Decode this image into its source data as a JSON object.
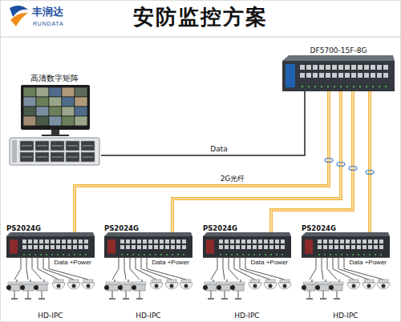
{
  "diagram": {
    "title": "安防监控方案",
    "nodes": [
      {
        "text": [
          "高清数字矩阵"
        ]
      },
      {
        "text": [
          "DF5700-15F-8G"
        ]
      },
      {
        "text": [
          "PS2024G"
        ]
      },
      {
        "text": [
          "PS2024G"
        ]
      },
      {
        "text": [
          "PS2024G"
        ]
      },
      {
        "text": [
          "PS2024G"
        ]
      },
      {
        "text": [
          "HD-IPC"
        ]
      },
      {
        "text": [
          "HD-IPC"
        ]
      },
      {
        "text": [
          "HD-IPC"
        ]
      },
      {
        "text": [
          "HD-IPC"
        ]
      }
    ],
    "edges": [
      {
        "from": 0,
        "to": 1,
        "label": "Data",
        "arrow": "none"
      },
      {
        "from": 1,
        "to": 2,
        "label": "2G光纤",
        "arrow": "none"
      },
      {
        "from": 1,
        "to": 3,
        "arrow": "none"
      },
      {
        "from": 1,
        "to": 4,
        "arrow": "none"
      },
      {
        "from": 1,
        "to": 5,
        "arrow": "none"
      },
      {
        "from": 2,
        "to": 6,
        "label": "Data +Power",
        "arrow": "none"
      },
      {
        "from": 3,
        "to": 7,
        "label": "Data +Power",
        "arrow": "none"
      },
      {
        "from": 4,
        "to": 8,
        "label": "Data +Power",
        "arrow": "none"
      },
      {
        "from": 5,
        "to": 9,
        "label": "Data +Power",
        "arrow": "none"
      }
    ],
    "labels": [
      "丰润达",
      "RUNDATA"
    ]
  }
}
